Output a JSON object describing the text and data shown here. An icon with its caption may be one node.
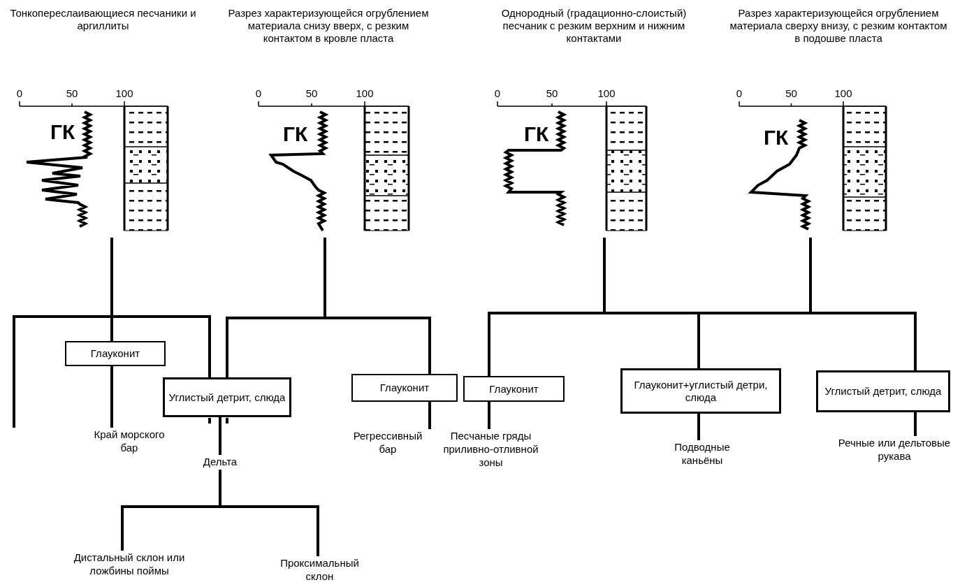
{
  "diagram": {
    "nodes": [
      {
        "text": [
          "Тонкопереслаивающиеся песчаники и аргиллиты"
        ]
      },
      {
        "text": [
          "Разрез характеризующейся огрублением материала снизу вверх, с резким контактом в кровле пласта"
        ]
      },
      {
        "text": [
          "Однородный (градационно-слоистый) песчаник с резким верхним и нижним контактами"
        ]
      },
      {
        "text": [
          "Разрез характеризующейся огрублением материала сверху внизу, с резким контактом в подошве пласта"
        ]
      },
      {
        "text": [
          "Глауконит"
        ]
      },
      {
        "text": [
          "Край морского бар"
        ]
      },
      {
        "text": [
          "Углистый детрит, слюда"
        ]
      },
      {
        "text": [
          "Глауконит"
        ]
      },
      {
        "text": [
          "Регрессивный бар"
        ]
      },
      {
        "text": [
          "Глауконит"
        ]
      },
      {
        "text": [
          "Песчаные гряды приливно-отливной зоны"
        ]
      },
      {
        "text": [
          "Глауконит+углистый детри, слюда"
        ]
      },
      {
        "text": [
          "Подводные каньёны"
        ]
      },
      {
        "text": [
          "Углистый детрит, слюда"
        ]
      },
      {
        "text": [
          "Речные или дельтовые рукава"
        ]
      },
      {
        "text": [
          "Дельта"
        ]
      },
      {
        "text": [
          "Дистальный склон или ложбины поймы"
        ]
      },
      {
        "text": [
          "Проксимальный склон"
        ]
      }
    ],
    "edges": [
      {
        "from": 0,
        "to": 4,
        "arrow": "none"
      },
      {
        "from": 4,
        "to": 5,
        "arrow": "none"
      },
      {
        "from": 0,
        "to": 6,
        "arrow": "none"
      },
      {
        "from": 0,
        "to": null,
        "arrow": "none"
      },
      {
        "from": 1,
        "to": 6,
        "arrow": "none"
      },
      {
        "from": 1,
        "to": 7,
        "arrow": "none"
      },
      {
        "from": 7,
        "to": 8,
        "arrow": "none"
      },
      {
        "from": 6,
        "to": 15,
        "arrow": "none"
      },
      {
        "from": 15,
        "to": 16,
        "arrow": "none"
      },
      {
        "from": 15,
        "to": 17,
        "arrow": "none"
      },
      {
        "from": 2,
        "to": 9,
        "arrow": "none"
      },
      {
        "from": 2,
        "to": 11,
        "arrow": "none"
      },
      {
        "from": 2,
        "to": 13,
        "arrow": "none"
      },
      {
        "from": 3,
        "to": 9,
        "arrow": "none"
      },
      {
        "from": 3,
        "to": 11,
        "arrow": "none"
      },
      {
        "from": 3,
        "to": 13,
        "arrow": "none"
      },
      {
        "from": 9,
        "to": 10,
        "arrow": "none"
      },
      {
        "from": 11,
        "to": 12,
        "arrow": "none"
      },
      {
        "from": 13,
        "to": 14,
        "arrow": "none"
      }
    ],
    "labels": [
      "0",
      "50",
      "100",
      "ГК",
      "0",
      "50",
      "100",
      "ГК",
      "0",
      "50",
      "100",
      "ГК",
      "0",
      "50",
      "100",
      "ГК"
    ]
  }
}
